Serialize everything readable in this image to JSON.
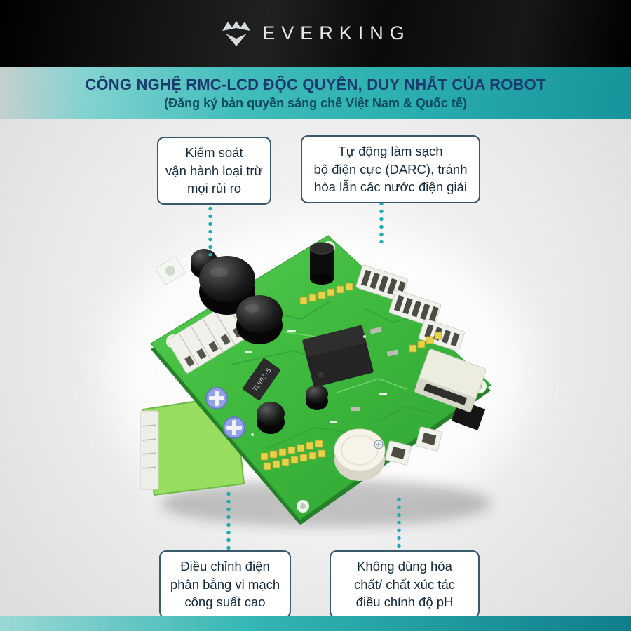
{
  "header": {
    "brand": "EVERKING",
    "logo_icon": "crown-shield-icon"
  },
  "banner": {
    "title": "CÔNG NGHỆ RMC-LCD ĐỘC QUYỀN, DUY NHẤT CỦA ROBOT",
    "subtitle": "(Đăng ký bản quyền sáng chế Việt Nam & Quốc tế)"
  },
  "callouts": {
    "top_left": {
      "lines": [
        "Kiểm soát",
        "vận hành loại trừ",
        "mọi rủi ro"
      ]
    },
    "top_right": {
      "lines": [
        "Tự động làm sạch",
        "bộ điện cực (DARC), tránh",
        "hòa lẫn các nước điện giải"
      ]
    },
    "bottom_left": {
      "lines": [
        "Điều chỉnh điện",
        "phân bằng vi mạch",
        "công suất cao"
      ]
    },
    "bottom_right": {
      "lines": [
        "Không dùng hóa",
        "chất/ chất xúc tác",
        "điều chỉnh độ pH"
      ]
    }
  },
  "pcb": {
    "ic_label": "TLV03-5"
  },
  "colors": {
    "accent_teal": "#23abb2",
    "title_navy": "#1c3a6e",
    "subtitle_teal": "#0c4a60",
    "board_green": "#3eb93d",
    "header_black": "#000000"
  }
}
